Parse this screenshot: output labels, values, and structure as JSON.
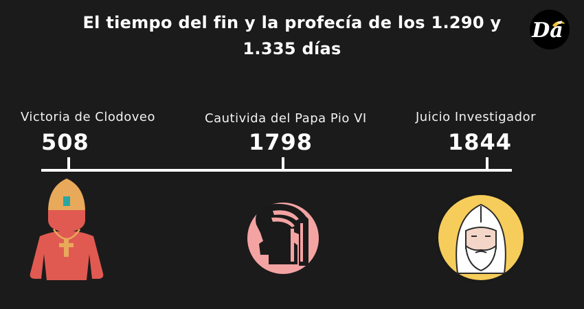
{
  "title": "El tiempo del fin y la profecía de los 1.290 y 1.335 días",
  "logo": {
    "text": "Da",
    "icon": "da-logo-icon"
  },
  "events": [
    {
      "label": "Victoria de Clodoveo",
      "year": "508",
      "icon": "pope-icon"
    },
    {
      "label": "Cautivida del Papa Pio VI",
      "year": "1798",
      "icon": "roman-helmet-icon"
    },
    {
      "label": "Juicio Investigador",
      "year": "1844",
      "icon": "elder-icon"
    }
  ],
  "colors": {
    "background": "#1c1b1b",
    "line": "#ffffff",
    "mitre": "#e8a95a",
    "robe": "#e05a52",
    "helmet_circle": "#f4a3a3",
    "elder_circle": "#f6cd5a"
  }
}
